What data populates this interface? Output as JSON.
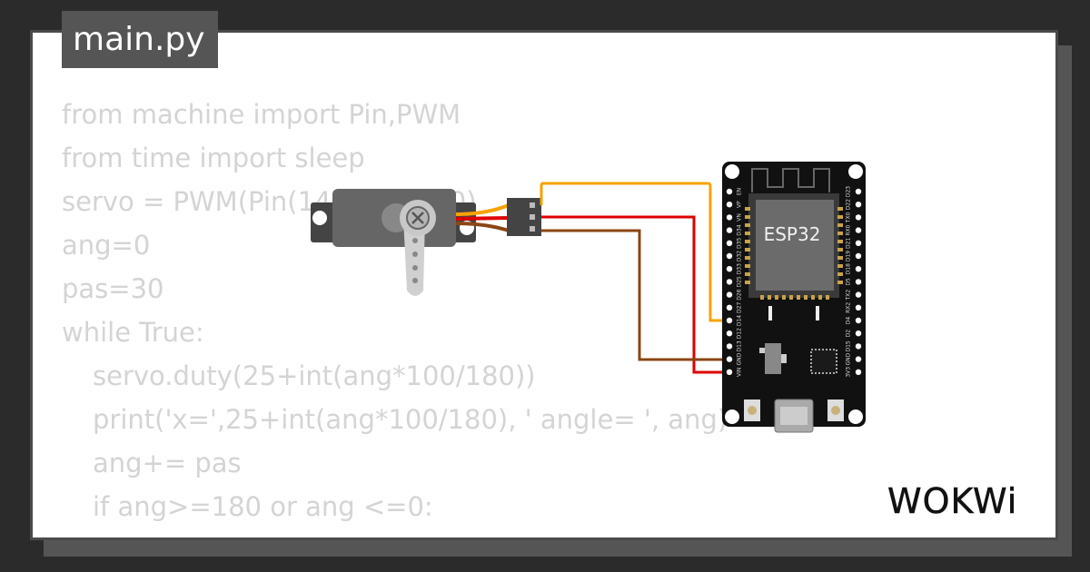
{
  "editor": {
    "filename": "main.py",
    "lines": [
      {
        "text": "from machine import Pin,PWM",
        "indent": false
      },
      {
        "text": "from time import sleep",
        "indent": false
      },
      {
        "text": "servo = PWM(Pin(14), freq=50)",
        "indent": false
      },
      {
        "text": "ang=0",
        "indent": false
      },
      {
        "text": "pas=30",
        "indent": false
      },
      {
        "text": "while True:",
        "indent": false
      },
      {
        "text": "servo.duty(25+int(ang*100/180))",
        "indent": true
      },
      {
        "text": "print('x=',25+int(ang*100/180), ' angle= ', ang)",
        "indent": true
      },
      {
        "text": "ang+= pas",
        "indent": true
      },
      {
        "text": "if ang>=180 or ang <=0:",
        "indent": true
      }
    ]
  },
  "board": {
    "chip_label": "ESP32",
    "left_pins": [
      "EN",
      "VP",
      "VN",
      "D34",
      "D35",
      "D32",
      "D33",
      "D25",
      "D26",
      "D27",
      "D14",
      "D12",
      "D13",
      "GND",
      "VIN"
    ],
    "right_pins": [
      "D23",
      "D22",
      "TX0",
      "RX0",
      "D21",
      "D19",
      "D18",
      "D5",
      "TX2",
      "RX2",
      "D4",
      "D2",
      "D15",
      "GND",
      "3V3"
    ]
  },
  "wires": {
    "signal_color": "#f5a300",
    "power_color": "#dd0000",
    "ground_color": "#8b4513"
  },
  "brand": {
    "logo_text": "WOKWi"
  }
}
